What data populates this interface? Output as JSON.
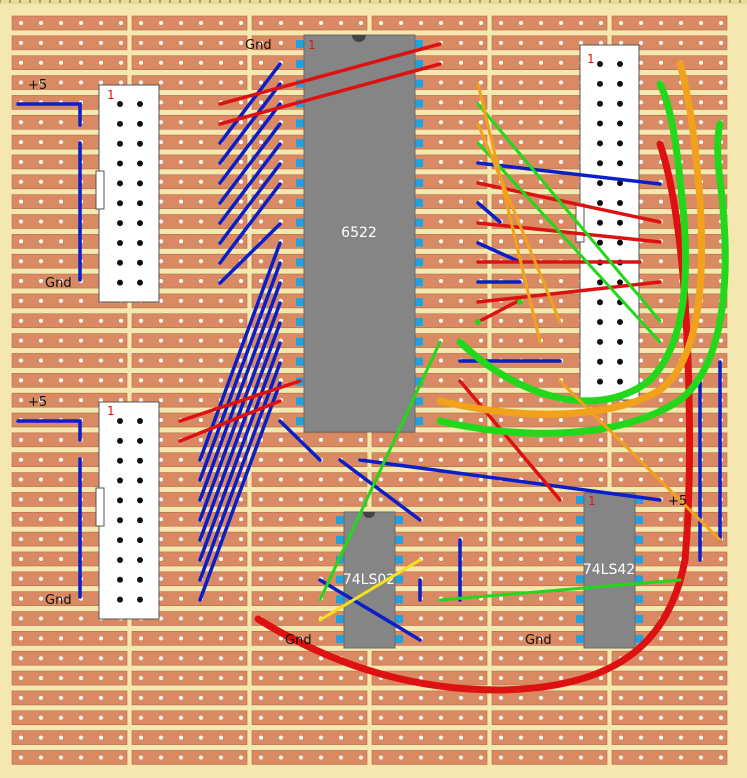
{
  "board": {
    "colors": {
      "background": "#f4e8b0",
      "strip": "#d98a63",
      "strip_edge": "#b86a48",
      "hole": "#ffffff",
      "ic_body": "#858585",
      "ic_pin": "#1fa3e0",
      "header_body": "#ffffff",
      "wire_blue": "#0a1fc8",
      "wire_red": "#dd1111",
      "wire_green": "#22d81a",
      "wire_orange": "#f2a21a",
      "wire_yellow": "#f2e21a"
    }
  },
  "chips": [
    {
      "id": "u6522",
      "label": "6522",
      "pin1_marker": "1"
    },
    {
      "id": "u74ls02",
      "label": "74LS02",
      "pin1_marker": ""
    },
    {
      "id": "u74ls42",
      "label": "74LS42",
      "pin1_marker": "1"
    }
  ],
  "headers": [
    {
      "id": "hdr-top-left",
      "pin1_marker": "1"
    },
    {
      "id": "hdr-bottom-left",
      "pin1_marker": "1"
    },
    {
      "id": "hdr-right",
      "pin1_marker": "1"
    }
  ],
  "labels": {
    "plus5_top_left": "+5",
    "gnd_top_left": "Gnd",
    "plus5_bottom_left": "+5",
    "gnd_bottom_left": "Gnd",
    "gnd_6522": "Gnd",
    "gnd_74ls02": "Gnd",
    "gnd_74ls42": "Gnd",
    "plus5_right": "+5"
  }
}
